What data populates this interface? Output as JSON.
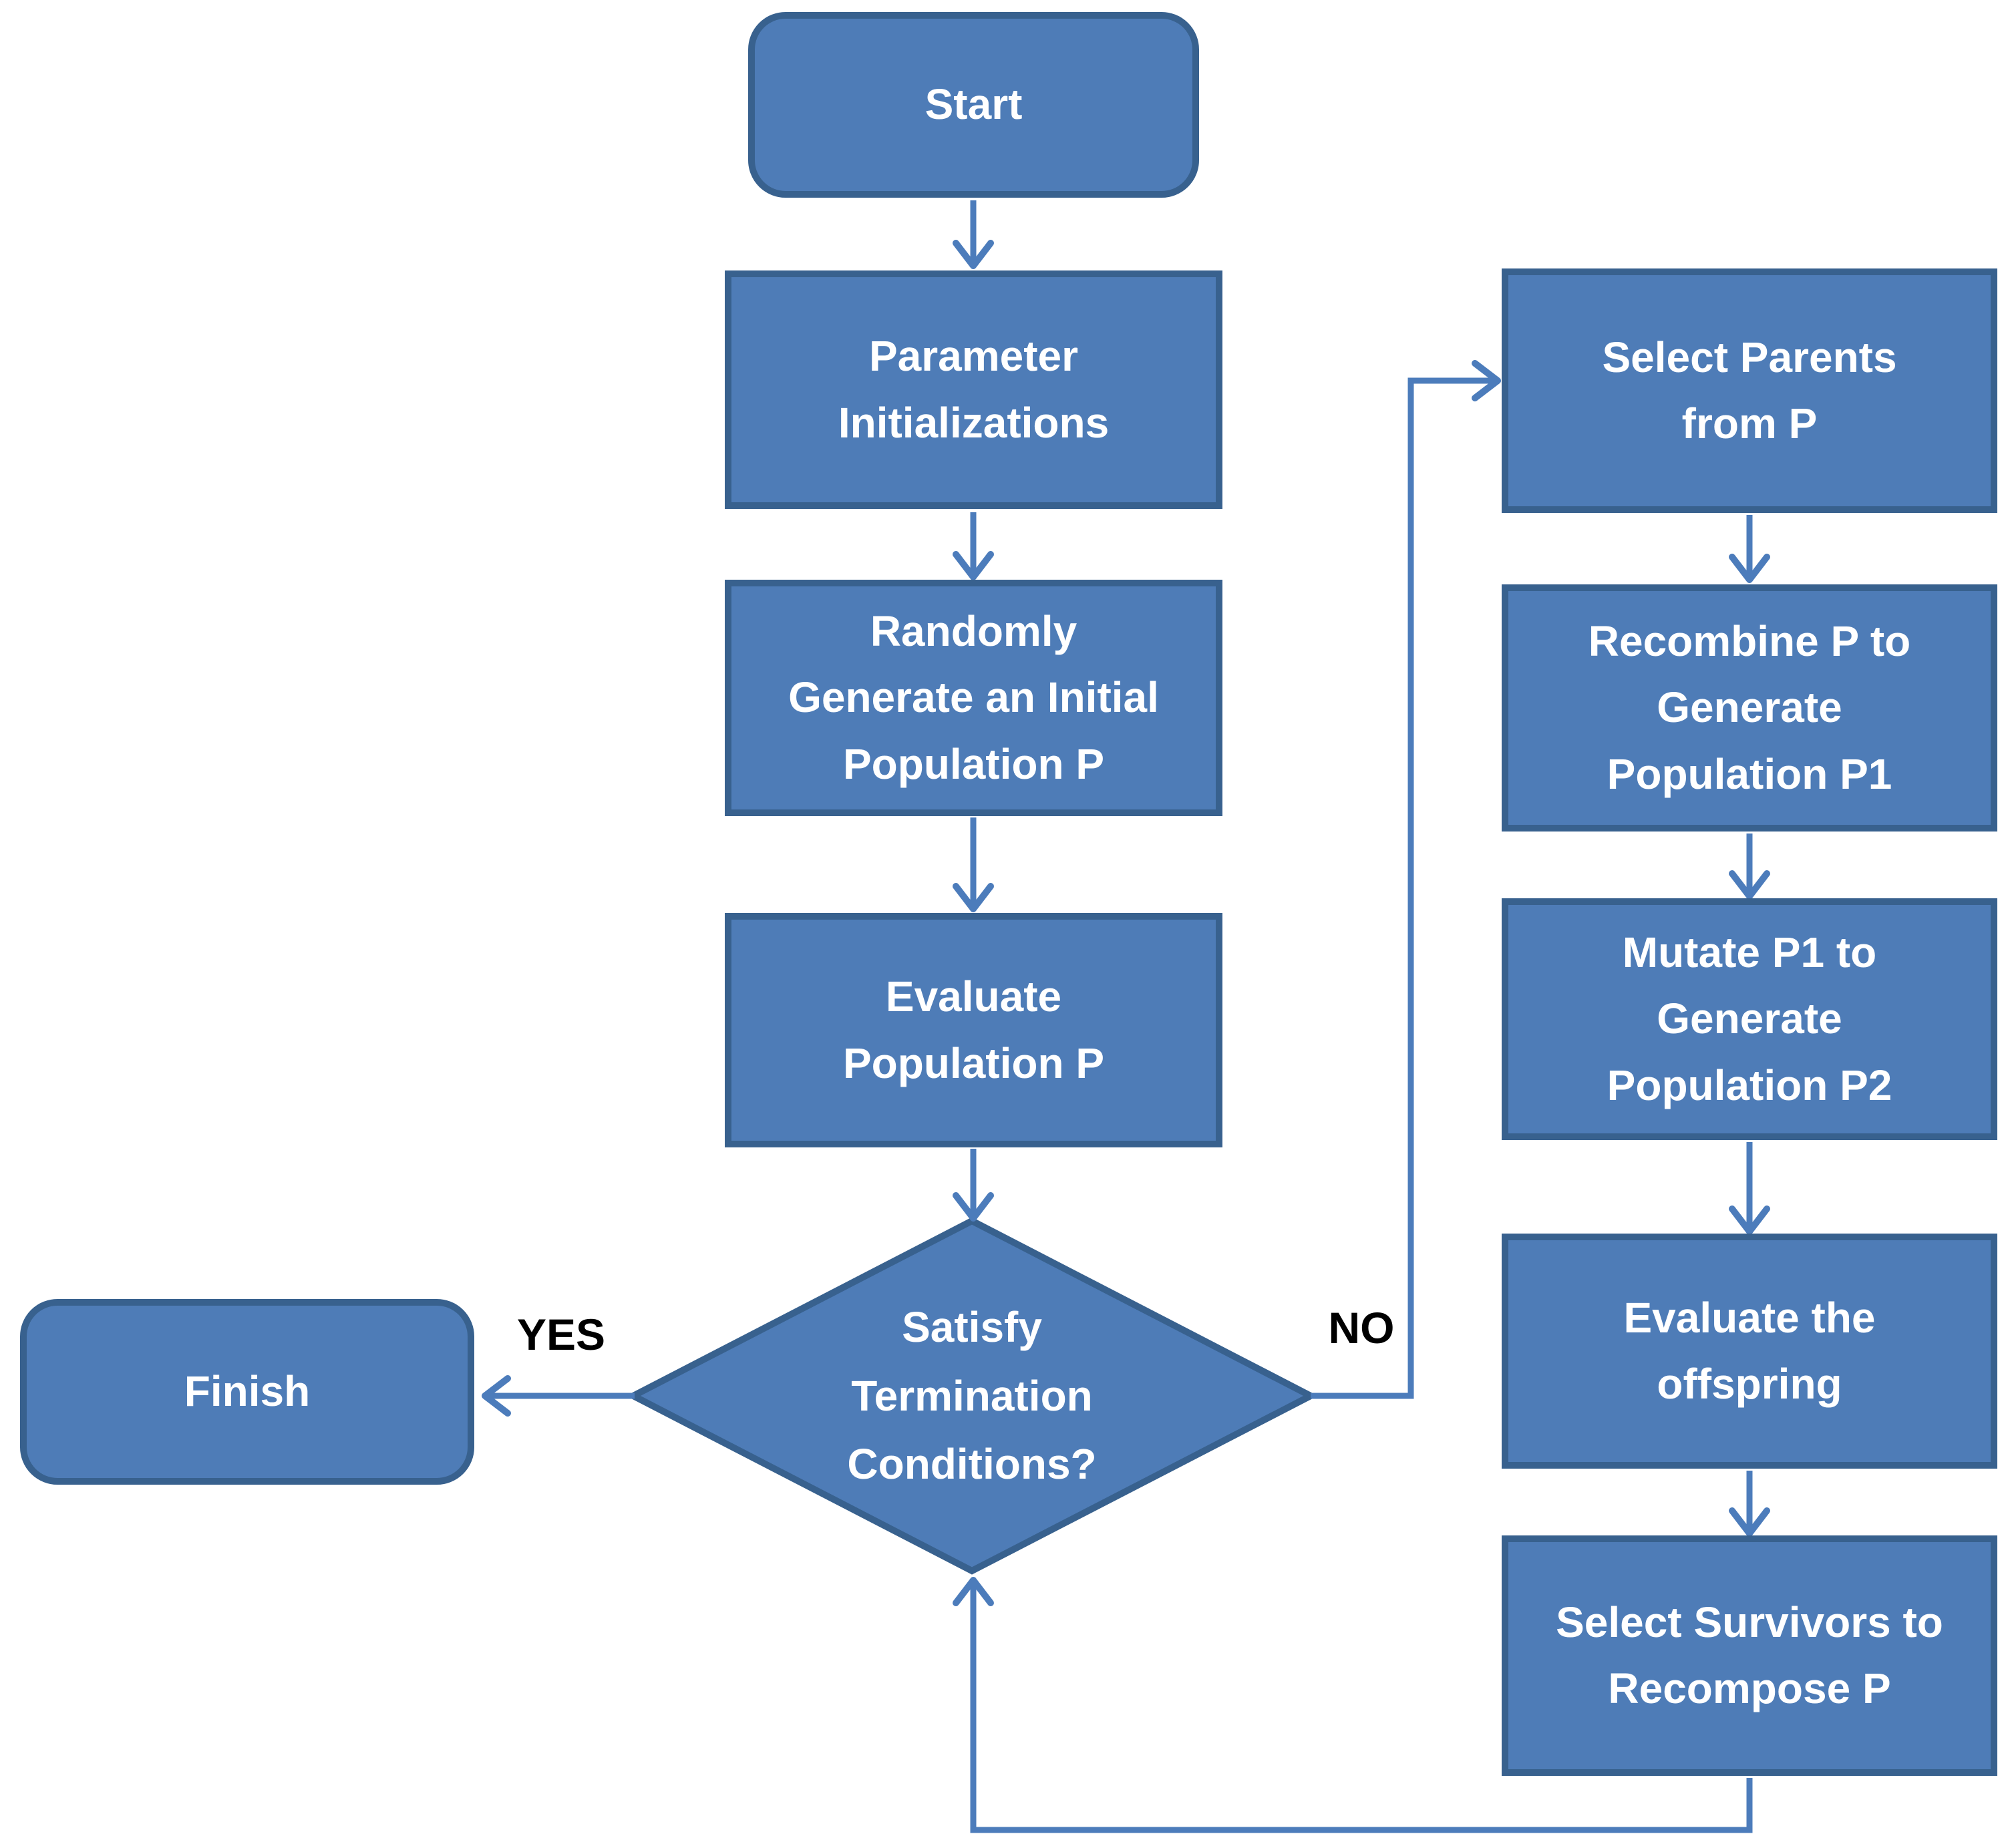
{
  "diagram": {
    "type": "flowchart",
    "colors": {
      "node_fill": "#4E7CB7",
      "node_border": "#38618E",
      "connector": "#4C7CBB",
      "node_text": "#FFFFFF",
      "branch_label_text": "#000000",
      "background": "#FFFFFF"
    },
    "nodes": [
      {
        "id": "start",
        "type": "terminator",
        "label": "Start"
      },
      {
        "id": "parameter-initializations",
        "type": "process",
        "label": "Parameter\nInitializations"
      },
      {
        "id": "generate-initial-population",
        "type": "process",
        "label": "Randomly\nGenerate an Initial\nPopulation P"
      },
      {
        "id": "evaluate-population",
        "type": "process",
        "label": "Evaluate\nPopulation P"
      },
      {
        "id": "termination-decision",
        "type": "decision",
        "label": "Satisfy\nTermination\nConditions?"
      },
      {
        "id": "finish",
        "type": "terminator",
        "label": "Finish"
      },
      {
        "id": "select-parents",
        "type": "process",
        "label": "Select Parents\nfrom P"
      },
      {
        "id": "recombine-population",
        "type": "process",
        "label": "Recombine P to\nGenerate\nPopulation P1"
      },
      {
        "id": "mutate-population",
        "type": "process",
        "label": "Mutate P1 to\nGenerate\nPopulation P2"
      },
      {
        "id": "evaluate-offspring",
        "type": "process",
        "label": "Evaluate the\noffspring"
      },
      {
        "id": "select-survivors",
        "type": "process",
        "label": "Select Survivors to\nRecompose P"
      }
    ],
    "branch_labels": {
      "yes": "YES",
      "no": "NO"
    }
  }
}
